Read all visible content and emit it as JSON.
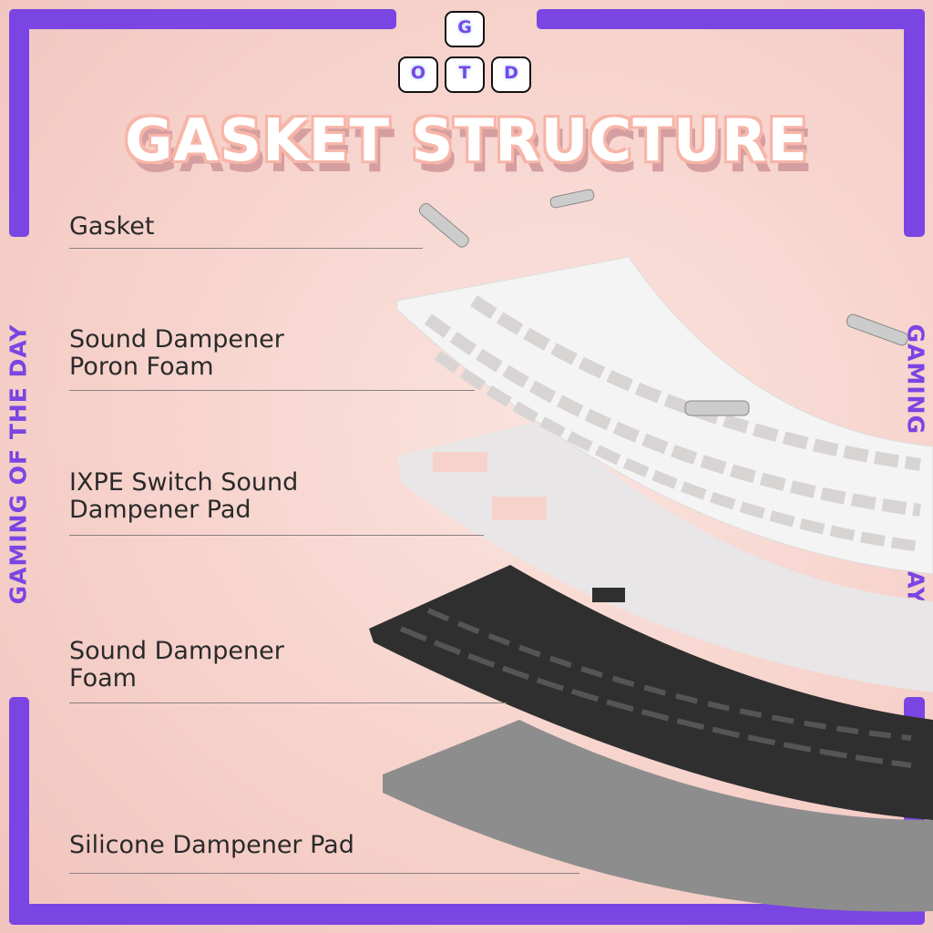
{
  "logo": {
    "keys": [
      "G",
      "O",
      "T",
      "D"
    ]
  },
  "title": "GASKET STRUCTURE",
  "side_text_left": "GAMING OF THE DAY",
  "side_text_right": "GAMING OF THE DAY",
  "labels": [
    {
      "line1": "Gasket",
      "line2": ""
    },
    {
      "line1": "Sound Dampener",
      "line2": "Poron Foam"
    },
    {
      "line1": "IXPE Switch Sound",
      "line2": "Dampener Pad"
    },
    {
      "line1": "Sound Dampener",
      "line2": "Foam"
    },
    {
      "line1": "Silicone Dampener Pad",
      "line2": ""
    }
  ],
  "colors": {
    "frame": "#7a45e2",
    "background": "#f6d2cb",
    "title_outline": "#f7b5a8"
  }
}
